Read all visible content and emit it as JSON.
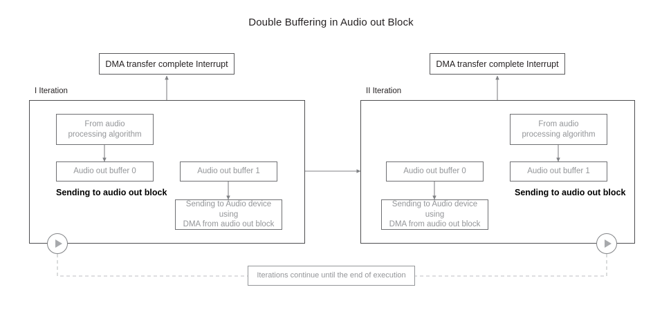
{
  "page": {
    "title": "Double Buffering in Audio out Block",
    "background": "#ffffff"
  },
  "colors": {
    "text_dark": "#231f20",
    "text_gray": "#939598",
    "border_box": "#59595b",
    "border_frame": "#4d4d4f",
    "border_gray": "#939598",
    "arrow": "#808285",
    "play_fill": "#a7a9ac"
  },
  "interrupts": [
    {
      "label": "DMA transfer complete Interrupt"
    },
    {
      "label": "DMA transfer complete Interrupt"
    }
  ],
  "iterations": [
    {
      "label": "I Iteration",
      "source_box": "From audio\nprocessing algorithm",
      "source_box_line1": "From audio",
      "source_box_line2": "processing algorithm",
      "buffer_filling": "Audio out buffer 0",
      "buffer_draining": "Audio out buffer 1",
      "sending_label": "Sending to audio out block",
      "dma_box_line1": "Sending to Audio device using",
      "dma_box_line2": "DMA from audio out block",
      "play_icon": "play-icon"
    },
    {
      "label": "II Iteration",
      "source_box": "From audio\nprocessing algorithm",
      "source_box_line1": "From audio",
      "source_box_line2": "processing algorithm",
      "buffer_filling": "Audio out buffer 1",
      "buffer_draining": "Audio out buffer 0",
      "sending_label": "Sending to audio out block",
      "dma_box_line1": "Sending to Audio device using",
      "dma_box_line2": "DMA from audio out block",
      "play_icon": "play-icon"
    }
  ],
  "footer_note": {
    "label": "Iterations continue until the end of execution"
  }
}
